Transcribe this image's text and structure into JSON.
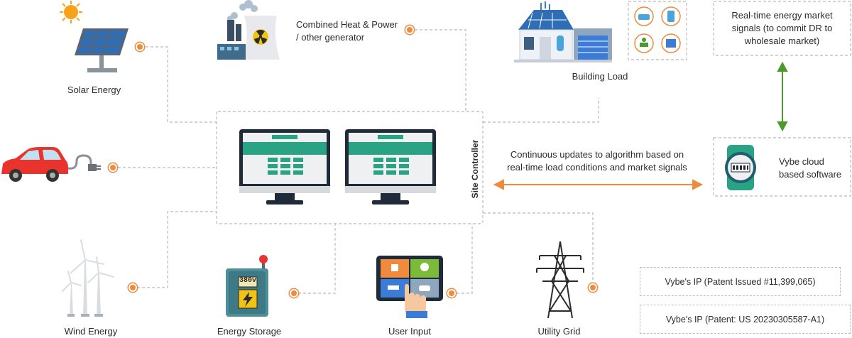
{
  "nodes": {
    "solar": "Solar Energy",
    "chp": "Combined Heat & Power\n/ other generator",
    "building": "Building Load",
    "market": "Real-time energy market\nsignals (to commit DR to\nwholesale market)",
    "ev": "",
    "site_controller": "Site Controller",
    "algo": "Continuous updates to algorithm based on\nreal-time load conditions and market signals",
    "cloud": "Vybe cloud\nbased software",
    "wind": "Wind Energy",
    "storage": "Energy Storage",
    "user": "User Input",
    "grid": "Utility Grid"
  },
  "storage_display": "380v",
  "ip": {
    "patent1": "Vybe's IP (Patent Issued #11,399,065)",
    "patent2": "Vybe's IP (Patent: US 20230305587-A1)"
  },
  "colors": {
    "accent_orange": "#f08a3c",
    "accent_green": "#4b9a2c",
    "screen_teal": "#2aa384",
    "dashed_line": "#b9b9b9"
  },
  "icons": [
    "sun-icon",
    "solar-panel-icon",
    "power-plant-icon",
    "house-icon",
    "electric-car-icon",
    "monitor-icon",
    "smart-meter-icon",
    "wind-turbine-icon",
    "battery-icon",
    "tablet-icon",
    "transmission-tower-icon"
  ]
}
